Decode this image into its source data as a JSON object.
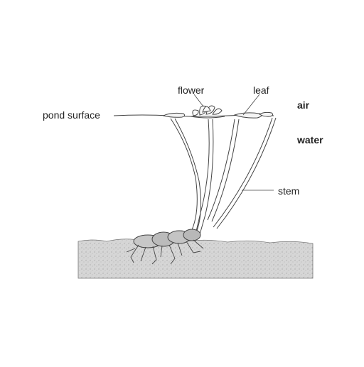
{
  "labels": {
    "flower": "flower",
    "leaf": "leaf",
    "pond_surface": "pond surface",
    "air": "air",
    "water": "water",
    "stem": "stem"
  },
  "colors": {
    "ink": "#3a3a3a",
    "sediment": "#d4d4d4",
    "sediment_dark": "#b5b5b5",
    "rhizome": "#9a9a9a"
  }
}
